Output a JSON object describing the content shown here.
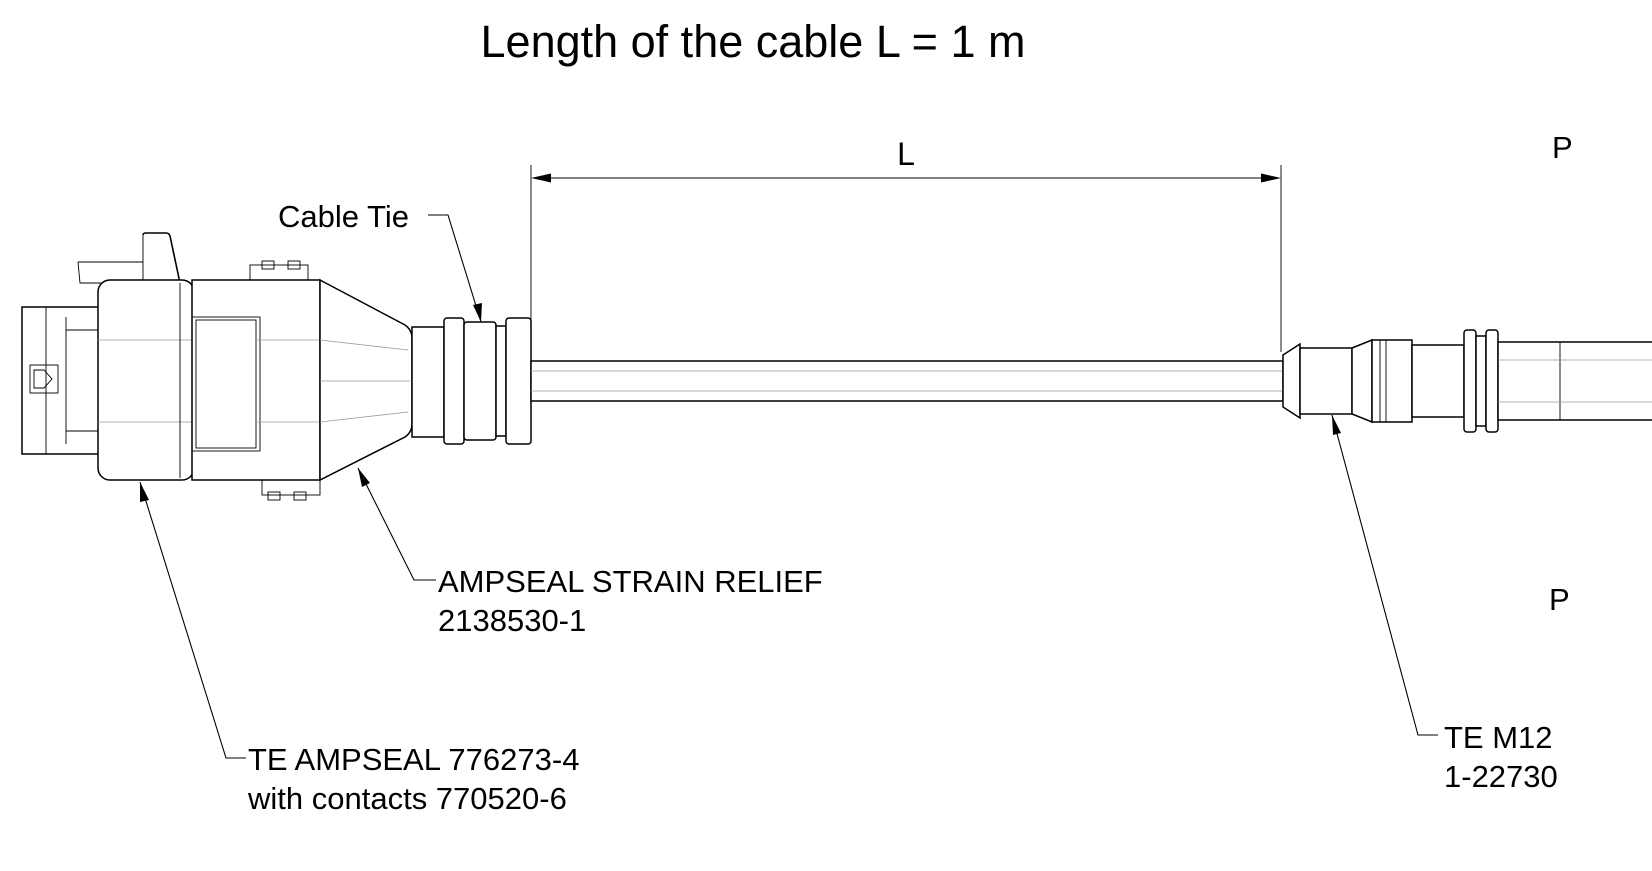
{
  "title": "Length of the cable L = 1 m",
  "dimension_label": "L",
  "labels": {
    "cable_tie": "Cable Tie",
    "strain_relief_line1": "AMPSEAL STRAIN RELIEF",
    "strain_relief_line2": "2138530-1",
    "ampseal_line1": "TE AMPSEAL 776273-4",
    "ampseal_line2": "with contacts 770520-6",
    "m12_line1": "TE M12",
    "m12_line2": "1-22730",
    "right_top_partial": "P",
    "right_bottom_partial": "P"
  }
}
